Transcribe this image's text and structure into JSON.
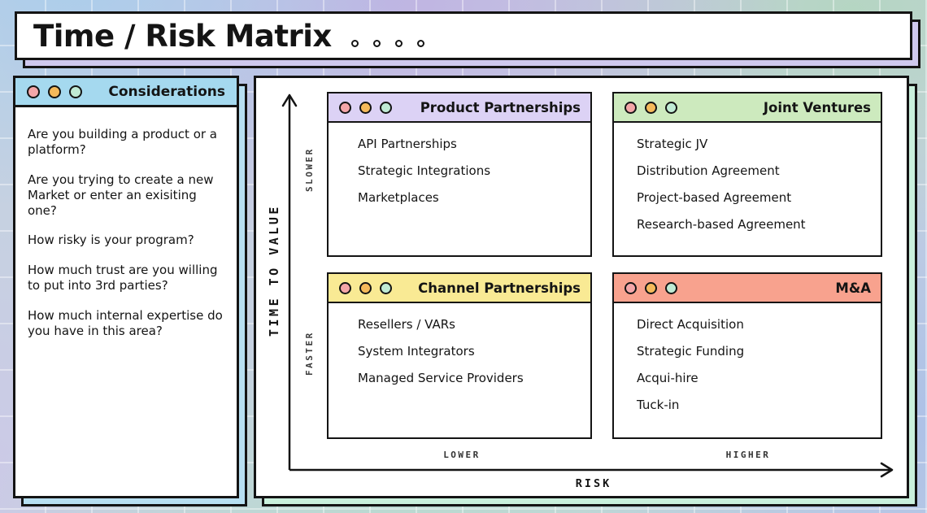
{
  "title": {
    "text": "Time / Risk Matrix",
    "decorative_dots_count": 4
  },
  "considerations": {
    "header": "Considerations",
    "questions": [
      "Are you building a product or a platform?",
      "Are you trying to create a new Market or enter an exisiting one?",
      "How risky is your program?",
      "How much trust are you willing to put into 3rd parties?",
      "How much internal expertise do you have in this area?"
    ]
  },
  "matrix": {
    "y_axis": {
      "label": "TIME TO VALUE",
      "top_label": "SLOWER",
      "bottom_label": "FASTER"
    },
    "x_axis": {
      "label": "RISK",
      "left_label": "LOWER",
      "right_label": "HIGHER"
    },
    "quadrants": [
      {
        "title": "Product Partnerships",
        "position": "top-left",
        "header_color": "#DCD2F5",
        "items": [
          "API Partnerships",
          "Strategic Integrations",
          "Marketplaces"
        ]
      },
      {
        "title": "Joint Ventures",
        "position": "top-right",
        "header_color": "#CDEABE",
        "items": [
          "Strategic JV",
          "Distribution Agreement",
          "Project-based Agreement",
          "Research-based Agreement"
        ]
      },
      {
        "title": "Channel Partnerships",
        "position": "bottom-left",
        "header_color": "#F9EA94",
        "items": [
          "Resellers / VARs",
          "System Integrators",
          "Managed Service Providers"
        ]
      },
      {
        "title": "M&A",
        "position": "bottom-right",
        "header_color": "#F8A28E",
        "items": [
          "Direct Acquisition",
          "Strategic Funding",
          "Acqui-hire",
          "Tuck-in"
        ]
      }
    ]
  },
  "colors": {
    "border": "#141414",
    "title_panel_shadow": "#CFC9EE",
    "considerations_header": "#A5D9EF",
    "considerations_shadow": "#B7DFF1",
    "matrix_shadow": "#C9F0DC",
    "traffic_dot_pink": "#F4A6A8",
    "traffic_dot_orange": "#F5BA5B",
    "traffic_dot_mint": "#C0EBD5"
  }
}
